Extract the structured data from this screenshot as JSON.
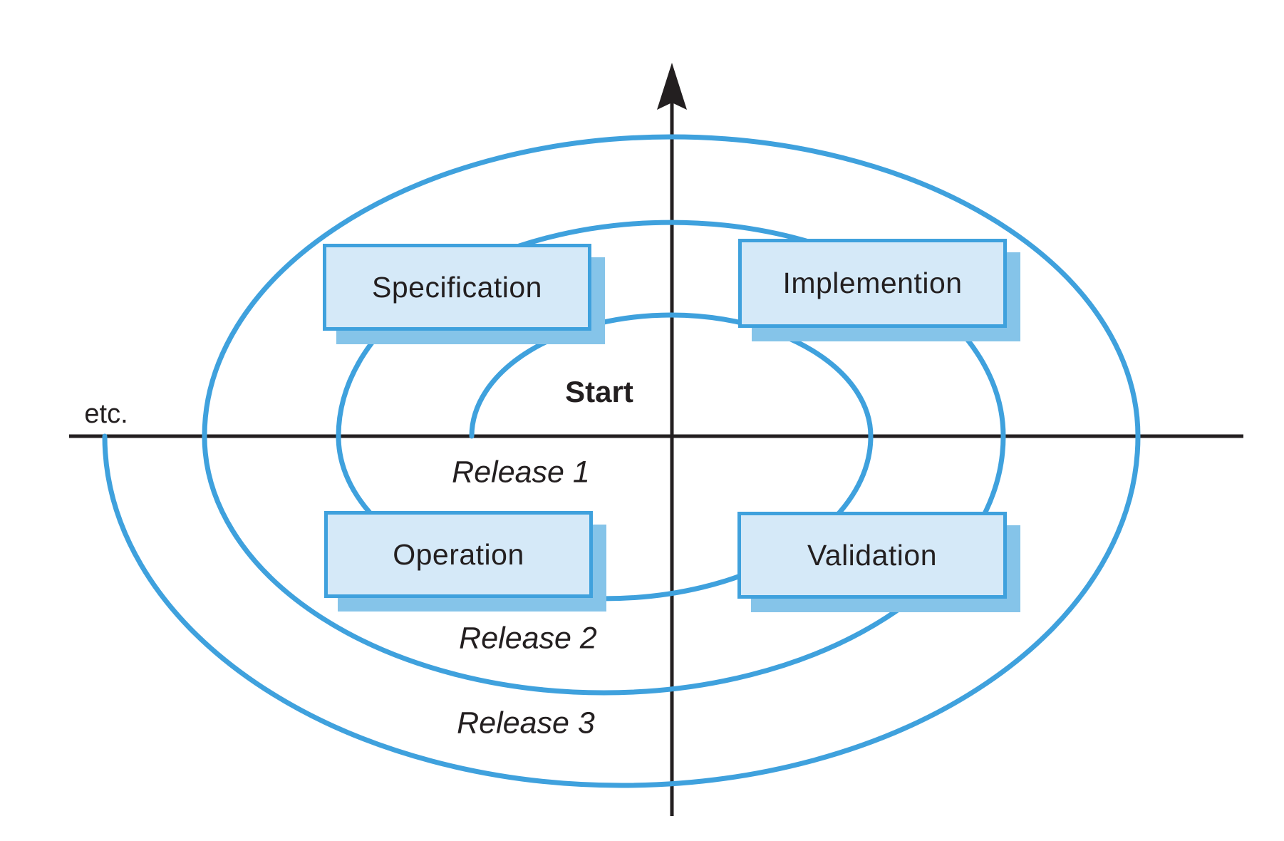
{
  "diagram": {
    "type": "spiral-process-model",
    "phases": [
      {
        "label": "Specification",
        "position": "top-left"
      },
      {
        "label": "Implemention",
        "position": "top-right"
      },
      {
        "label": "Operation",
        "position": "bottom-left"
      },
      {
        "label": "Validation",
        "position": "bottom-right"
      }
    ],
    "labels": {
      "start": "Start",
      "etc": "etc.",
      "releases": [
        "Release 1",
        "Release 2",
        "Release 3"
      ]
    }
  },
  "colors": {
    "line-blue": "#3fa1dd",
    "box-fill": "#d5e9f8",
    "box-border": "#3fa1dd",
    "box-shadow": "#85c4e9",
    "axis-black": "#231f20",
    "text-dark": "#231f20"
  }
}
